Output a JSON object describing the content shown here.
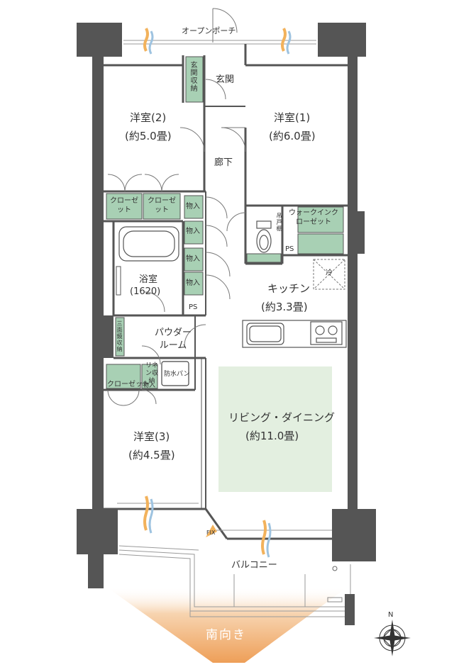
{
  "labels": {
    "open_porch": "オープンポーチ",
    "entrance": "玄関",
    "entrance_storage": "玄関収納",
    "western_room_2": "洋室(2)",
    "western_room_2_size": "(約5.0畳)",
    "western_room_1": "洋室(1)",
    "western_room_1_size": "(約6.0畳)",
    "hallway": "廊下",
    "closet_a": "クローゼット",
    "closet_b": "クローゼット",
    "storage_1": "物入",
    "storage_2": "物入",
    "storage_3": "物入",
    "storage_4": "物入",
    "walk_in_closet": "ウォークインクローゼット",
    "hanging_shelf": "吊戸棚",
    "ps_1": "PS",
    "ps_2": "PS",
    "fridge": "冷",
    "bathroom": "浴室",
    "bathroom_size": "(1620)",
    "kitchen": "キッチン",
    "kitchen_size": "(約3.3畳)",
    "powder_room": "パウダールーム",
    "mirror_storage": "三面鏡収納",
    "linen_storage": "リネン収納",
    "waterproof_pan": "防水パン",
    "closet_3": "クローゼット",
    "storage_5": "物入",
    "western_room_3": "洋室(3)",
    "western_room_3_size": "(約4.5畳)",
    "living_dining": "リビング・ダイニング",
    "living_dining_size": "(約11.0畳)",
    "fix": "FIX",
    "balcony": "バルコニー",
    "south_facing": "南向き",
    "north": "N"
  },
  "colors": {
    "wall": "#555555",
    "storage_fill": "#a8d0b4",
    "living_fill": "#e3efe0",
    "south_arrow": "#f0b47a",
    "airflow_blue": "#9ec3e0",
    "airflow_orange": "#f2b25c"
  },
  "icons": [
    "airflow-icon",
    "bathtub-icon",
    "toilet-icon",
    "stove-icon",
    "sink-icon",
    "compass-icon",
    "south-arrow-icon"
  ]
}
